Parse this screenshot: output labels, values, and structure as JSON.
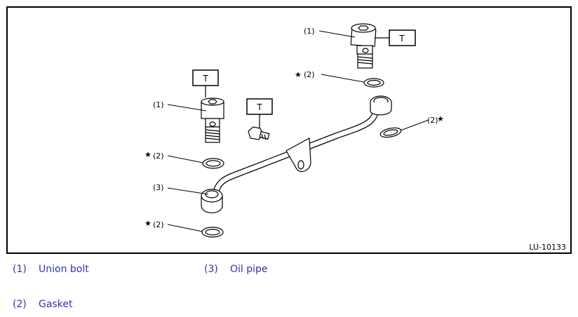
{
  "diagram": {
    "figure_id": "LU-10133",
    "torque_marker": "T",
    "star": "★",
    "callouts": {
      "union_bolt": "(1)",
      "gasket": "(2)",
      "oil_pipe": "(3)"
    }
  },
  "legend": [
    {
      "number": "(1)",
      "label": "Union bolt"
    },
    {
      "number": "(3)",
      "label": "Oil pipe"
    },
    {
      "number": "(2)",
      "label": "Gasket"
    }
  ]
}
